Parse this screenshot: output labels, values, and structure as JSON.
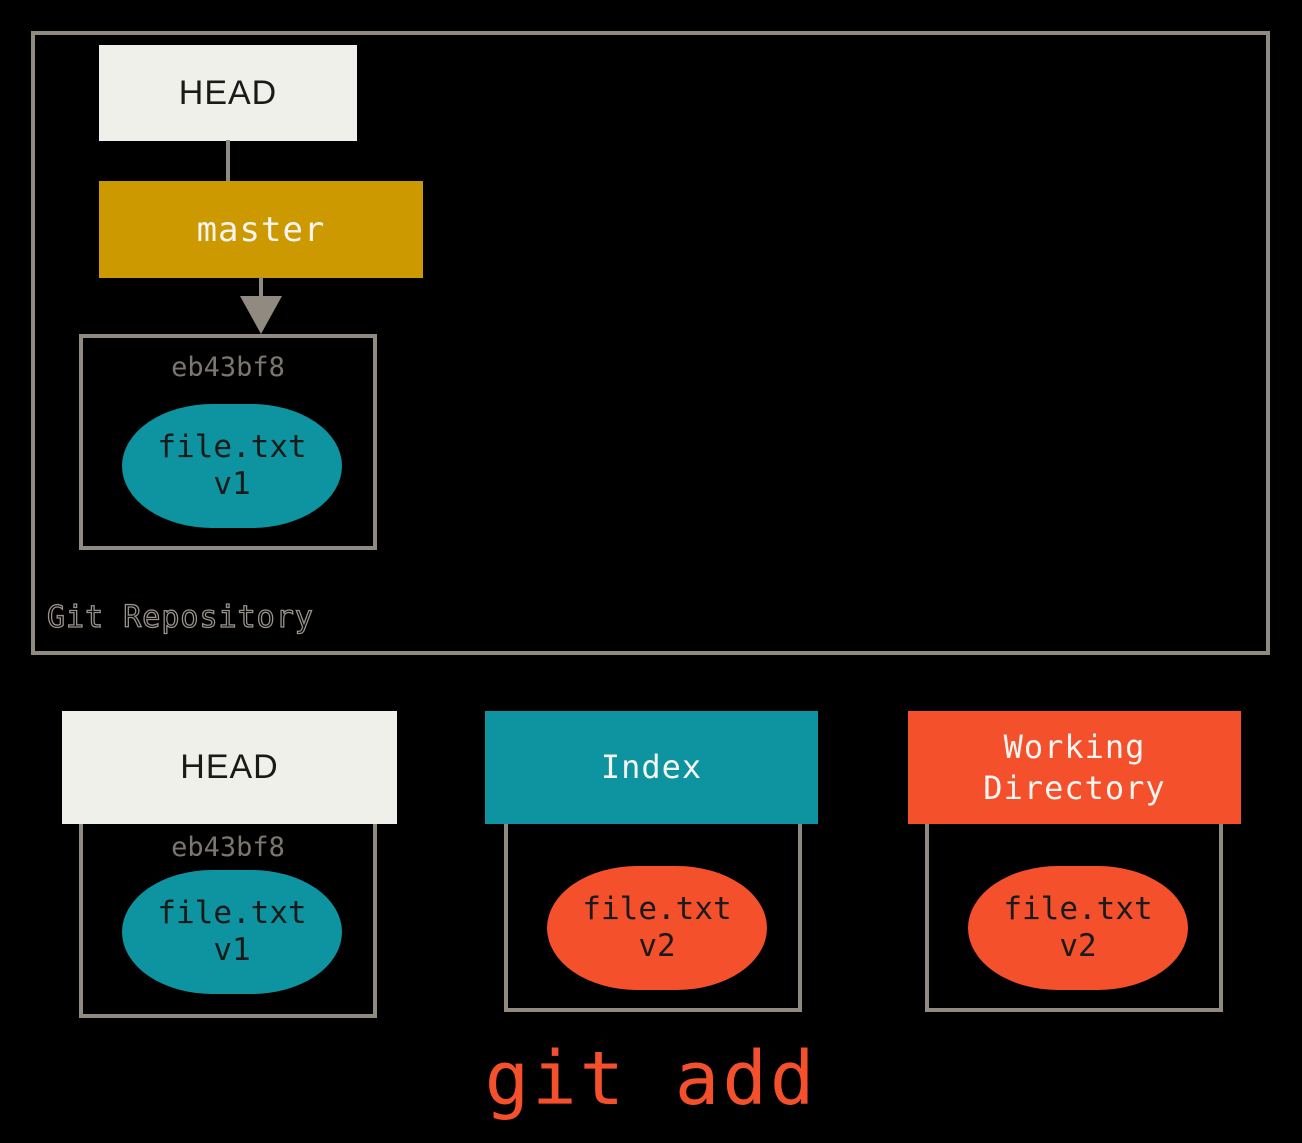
{
  "repository": {
    "label": "Git Repository",
    "head_box": {
      "label": "HEAD"
    },
    "branch_box": {
      "label": "master"
    },
    "commit": {
      "sha": "eb43bf8",
      "blob": {
        "filename": "file.txt",
        "version": "v1",
        "color": "#0d94a0"
      }
    }
  },
  "panels": [
    {
      "id": "head",
      "title": "HEAD",
      "header_color": "#eff0e9",
      "header_text_color": "#1a1a1a",
      "sha": "eb43bf8",
      "blob": {
        "filename": "file.txt",
        "version": "v1",
        "color": "#0d94a0"
      }
    },
    {
      "id": "index",
      "title": "Index",
      "header_color": "#0d94a0",
      "header_text_color": "#f4f4f0",
      "sha": "",
      "blob": {
        "filename": "file.txt",
        "version": "v2",
        "color": "#f4502b"
      }
    },
    {
      "id": "working-directory",
      "title_line1": "Working",
      "title_line2": "Directory",
      "header_color": "#f4502b",
      "header_text_color": "#f4f4f0",
      "sha": "",
      "blob": {
        "filename": "file.txt",
        "version": "v2",
        "color": "#f4502b"
      }
    }
  ],
  "command": {
    "label": "git add",
    "color": "#f4502b"
  },
  "colors": {
    "background": "#000000",
    "border": "#918a80",
    "cream": "#eff0e9",
    "gold": "#cc9900",
    "teal": "#0d94a0",
    "orange": "#f4502b",
    "sha_gray": "#7d766e"
  }
}
